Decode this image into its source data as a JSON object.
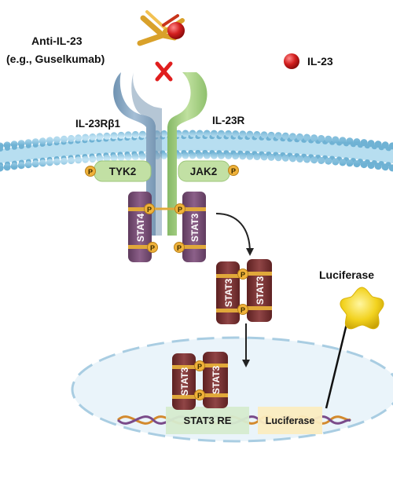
{
  "labels": {
    "antibody": "Anti-IL-23",
    "antibody_example": "(e.g., Guselkumab)",
    "ligand": "IL-23",
    "receptor_beta1": "IL-23Rβ1",
    "receptor": "IL-23R",
    "kinase_left": "TYK2",
    "kinase_right": "JAK2",
    "stat4": "STAT4",
    "stat3": "STAT3",
    "phospho": "P",
    "reporter_product": "Luciferase",
    "response_element": "STAT3 RE",
    "reporter_gene": "Luciferase"
  },
  "colors": {
    "membrane": "#8fcbe6",
    "receptor_beta1": "#89a9c4",
    "receptor": "#a6cf83",
    "kinase_box": "#c2e0a4",
    "stat4": "#7a5078",
    "stat3_receptor": "#6e4a6c",
    "stat3_dimer": "#7a3536",
    "phospho": "#f0b23a",
    "ligand": "#c81e1e",
    "block_x": "#e01e1e",
    "antibody": "#e8a825",
    "nucleus": "#e8f3fa",
    "re_box": "#d6ebcf",
    "luc_box": "#fbecc0",
    "luciferase_star": "#f2d21e"
  },
  "icons": {
    "antibody": "y-shaped-antibody-icon",
    "ligand": "red-sphere-icon",
    "block": "red-x-icon",
    "luciferase": "yellow-star-icon"
  }
}
